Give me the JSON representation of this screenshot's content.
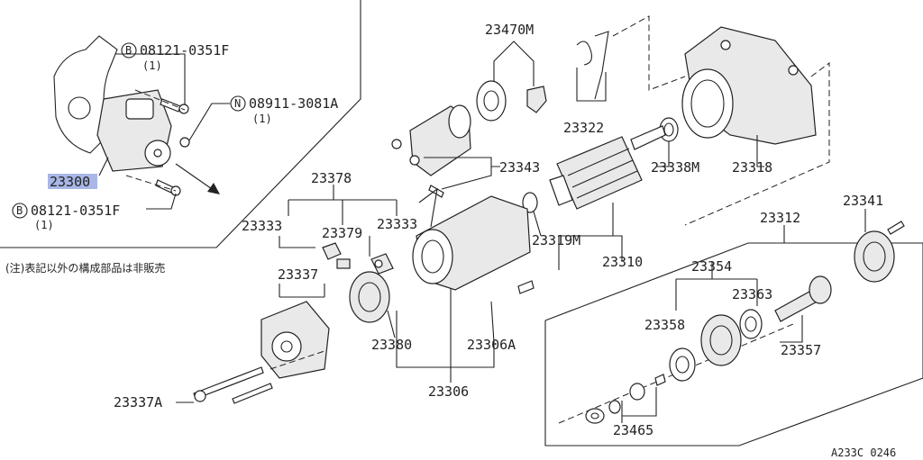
{
  "labels": {
    "p23300": "23300",
    "p23470M": "23470M",
    "p23322": "23322",
    "p23318": "23318",
    "p23338M": "23338M",
    "p23343": "23343",
    "p23378": "23378",
    "p23333a": "23333",
    "p23379": "23379",
    "p23333b": "23333",
    "p23319M": "23319M",
    "p23310": "23310",
    "p23312": "23312",
    "p23341": "23341",
    "p23337": "23337",
    "p23354": "23354",
    "p23363": "23363",
    "p23358": "23358",
    "p23357": "23357",
    "p23380": "23380",
    "p23306A": "23306A",
    "p23306": "23306",
    "p23337A": "23337A",
    "p23465": "23465"
  },
  "fasteners": {
    "b1_code": "08121-0351F",
    "b1_qty": "(1)",
    "n_code": "08911-3081A",
    "n_qty": "(1)",
    "b2_code": "08121-0351F",
    "b2_qty": "(1)",
    "b_symbol": "B",
    "n_symbol": "N"
  },
  "note": "(注)表記以外の構成部品は非販売",
  "figure_id": "A233C 0246",
  "colors": {
    "highlight": "#a9b6e6",
    "ink": "#222222"
  }
}
